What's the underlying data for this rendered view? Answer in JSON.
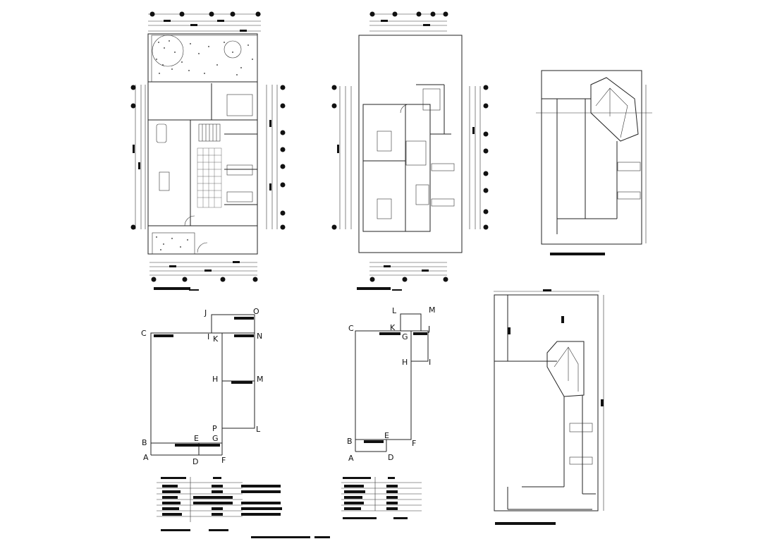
{
  "drawing": {
    "title": "Architectural floor plans, roof plan and area diagrams (CAD sheet)"
  },
  "area_diagram_1": {
    "points": [
      "J",
      "O",
      "C",
      "I",
      "K",
      "N",
      "H",
      "M",
      "P",
      "L",
      "B",
      "E",
      "G",
      "A",
      "D",
      "F"
    ]
  },
  "area_diagram_2": {
    "points": [
      "L",
      "M",
      "C",
      "K",
      "J",
      "G",
      "H",
      "I",
      "E",
      "B",
      "F",
      "A",
      "D"
    ]
  },
  "grid_bubbles": {
    "count_top_plan1": 5,
    "count_top_plan2": 5
  }
}
